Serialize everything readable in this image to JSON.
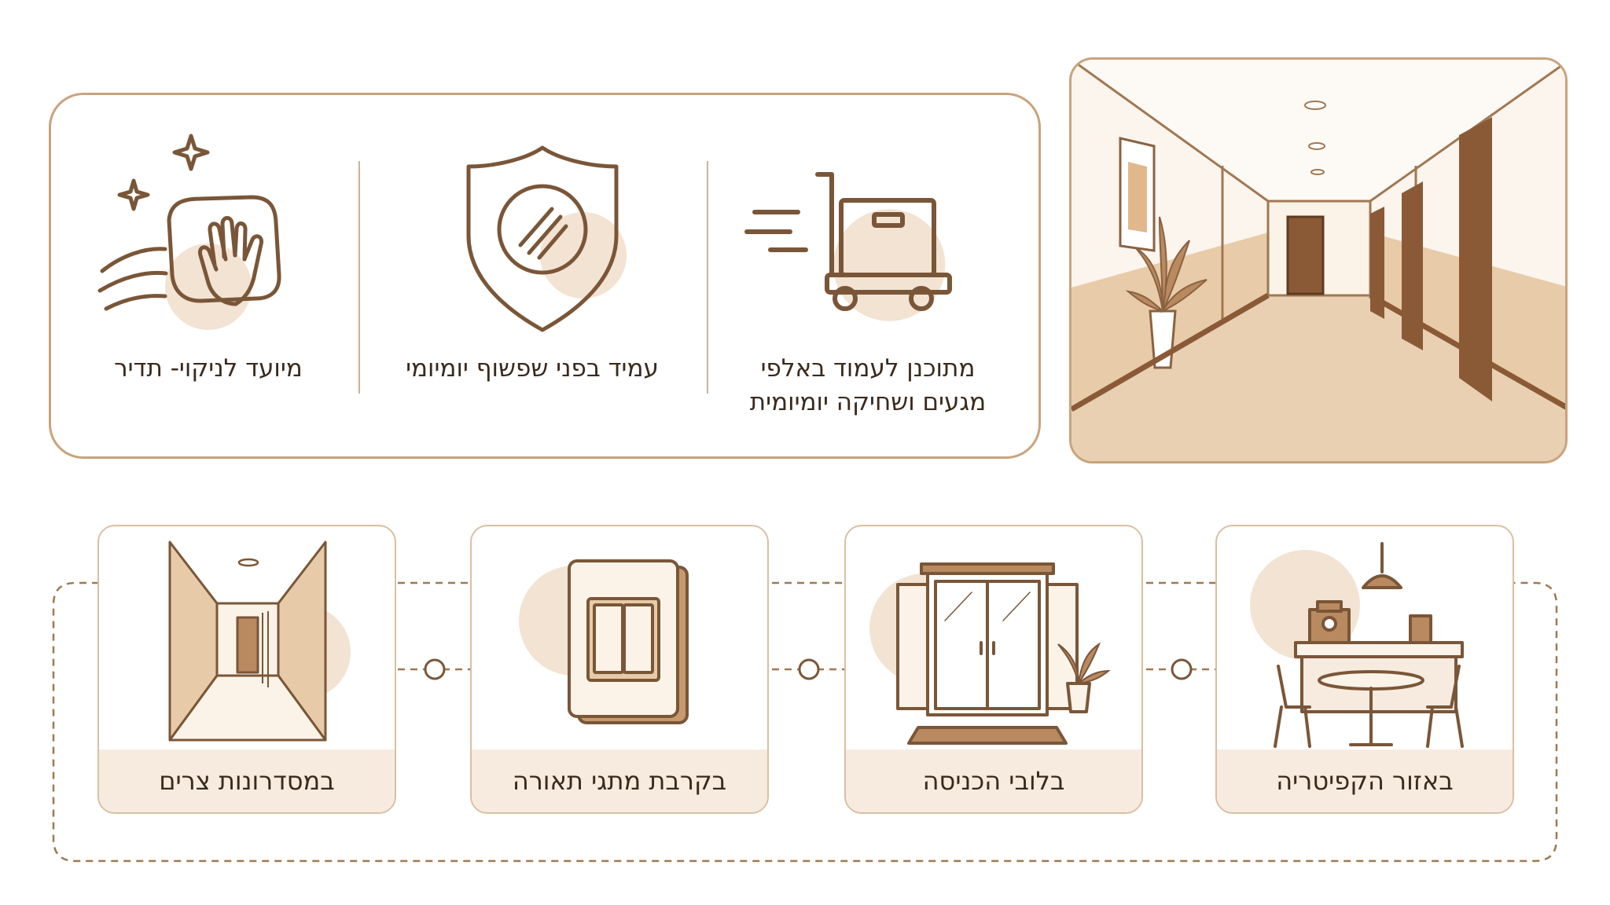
{
  "features": [
    {
      "id": "durable",
      "icon": "cart-icon",
      "label_lines": [
        "מתוכנן לעמוד באלפי",
        "מגעים ושחיקה יומיומית"
      ]
    },
    {
      "id": "washable",
      "icon": "shield-icon",
      "label_lines": [
        "עמיד בפני שפשוף יומיומי"
      ]
    },
    {
      "id": "cleaning",
      "icon": "cleaning-hand-icon",
      "label_lines": [
        "מיועד לניקוי- תדיר"
      ]
    }
  ],
  "locations": [
    {
      "id": "cafeteria",
      "icon": "cafeteria-icon",
      "label": "באזור הקפיטריה"
    },
    {
      "id": "lobby",
      "icon": "lobby-door-icon",
      "label": "בלובי הכניסה"
    },
    {
      "id": "switches",
      "icon": "light-switch-icon",
      "label": "בקרבת מתגי תאורה"
    },
    {
      "id": "corridors",
      "icon": "narrow-corridor-icon",
      "label": "במסדרונות צרים"
    }
  ],
  "colors": {
    "stroke": "#7a5638",
    "accent_fill": "#f3e3d3",
    "border": "#c8a37c",
    "wall": "#e7cba8"
  }
}
